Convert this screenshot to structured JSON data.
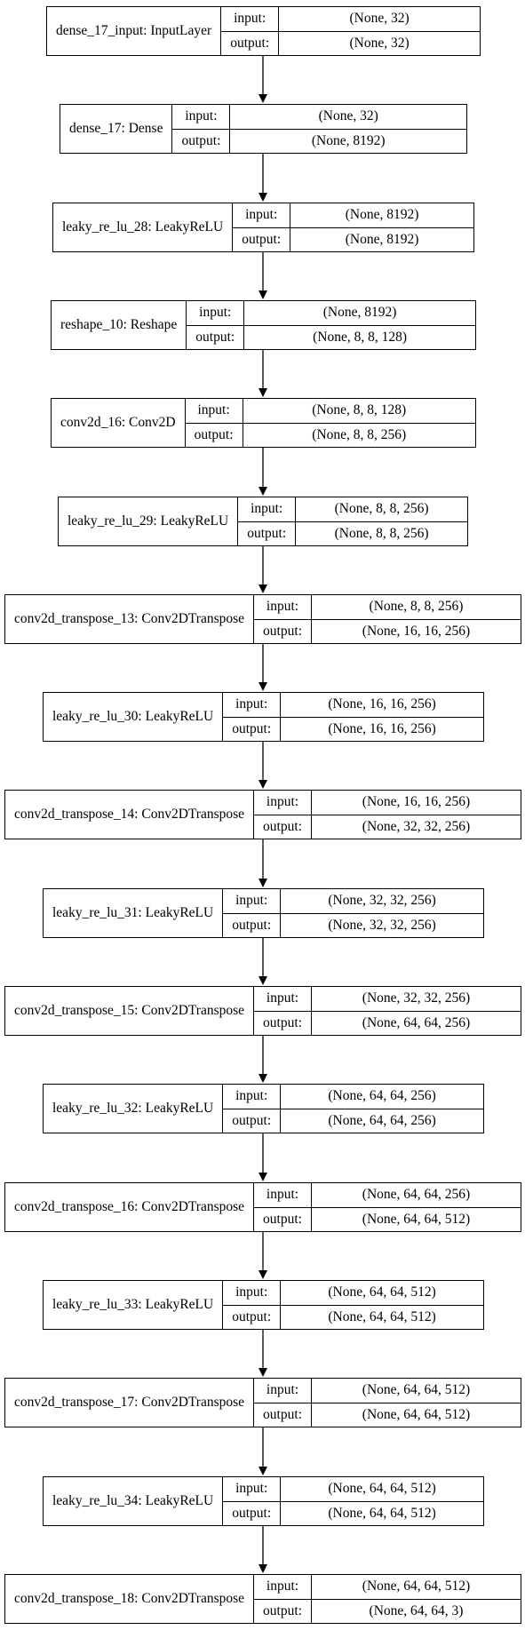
{
  "layers": [
    {
      "name": "dense_17_input: InputLayer",
      "input_label": "input:",
      "output_label": "output:",
      "input": "(None, 32)",
      "output": "(None, 32)"
    },
    {
      "name": "dense_17: Dense",
      "input_label": "input:",
      "output_label": "output:",
      "input": "(None, 32)",
      "output": "(None, 8192)"
    },
    {
      "name": "leaky_re_lu_28: LeakyReLU",
      "input_label": "input:",
      "output_label": "output:",
      "input": "(None, 8192)",
      "output": "(None, 8192)"
    },
    {
      "name": "reshape_10: Reshape",
      "input_label": "input:",
      "output_label": "output:",
      "input": "(None, 8192)",
      "output": "(None, 8, 8, 128)"
    },
    {
      "name": "conv2d_16: Conv2D",
      "input_label": "input:",
      "output_label": "output:",
      "input": "(None, 8, 8, 128)",
      "output": "(None, 8, 8, 256)"
    },
    {
      "name": "leaky_re_lu_29: LeakyReLU",
      "input_label": "input:",
      "output_label": "output:",
      "input": "(None, 8, 8, 256)",
      "output": "(None, 8, 8, 256)"
    },
    {
      "name": "conv2d_transpose_13: Conv2DTranspose",
      "input_label": "input:",
      "output_label": "output:",
      "input": "(None, 8, 8, 256)",
      "output": "(None, 16, 16, 256)"
    },
    {
      "name": "leaky_re_lu_30: LeakyReLU",
      "input_label": "input:",
      "output_label": "output:",
      "input": "(None, 16, 16, 256)",
      "output": "(None, 16, 16, 256)"
    },
    {
      "name": "conv2d_transpose_14: Conv2DTranspose",
      "input_label": "input:",
      "output_label": "output:",
      "input": "(None, 16, 16, 256)",
      "output": "(None, 32, 32, 256)"
    },
    {
      "name": "leaky_re_lu_31: LeakyReLU",
      "input_label": "input:",
      "output_label": "output:",
      "input": "(None, 32, 32, 256)",
      "output": "(None, 32, 32, 256)"
    },
    {
      "name": "conv2d_transpose_15: Conv2DTranspose",
      "input_label": "input:",
      "output_label": "output:",
      "input": "(None, 32, 32, 256)",
      "output": "(None, 64, 64, 256)"
    },
    {
      "name": "leaky_re_lu_32: LeakyReLU",
      "input_label": "input:",
      "output_label": "output:",
      "input": "(None, 64, 64, 256)",
      "output": "(None, 64, 64, 256)"
    },
    {
      "name": "conv2d_transpose_16: Conv2DTranspose",
      "input_label": "input:",
      "output_label": "output:",
      "input": "(None, 64, 64, 256)",
      "output": "(None, 64, 64, 512)"
    },
    {
      "name": "leaky_re_lu_33: LeakyReLU",
      "input_label": "input:",
      "output_label": "output:",
      "input": "(None, 64, 64, 512)",
      "output": "(None, 64, 64, 512)"
    },
    {
      "name": "conv2d_transpose_17: Conv2DTranspose",
      "input_label": "input:",
      "output_label": "output:",
      "input": "(None, 64, 64, 512)",
      "output": "(None, 64, 64, 512)"
    },
    {
      "name": "leaky_re_lu_34: LeakyReLU",
      "input_label": "input:",
      "output_label": "output:",
      "input": "(None, 64, 64, 512)",
      "output": "(None, 64, 64, 512)"
    },
    {
      "name": "conv2d_transpose_18: Conv2DTranspose",
      "input_label": "input:",
      "output_label": "output:",
      "input": "(None, 64, 64, 512)",
      "output": "(None, 64, 64, 3)"
    }
  ]
}
